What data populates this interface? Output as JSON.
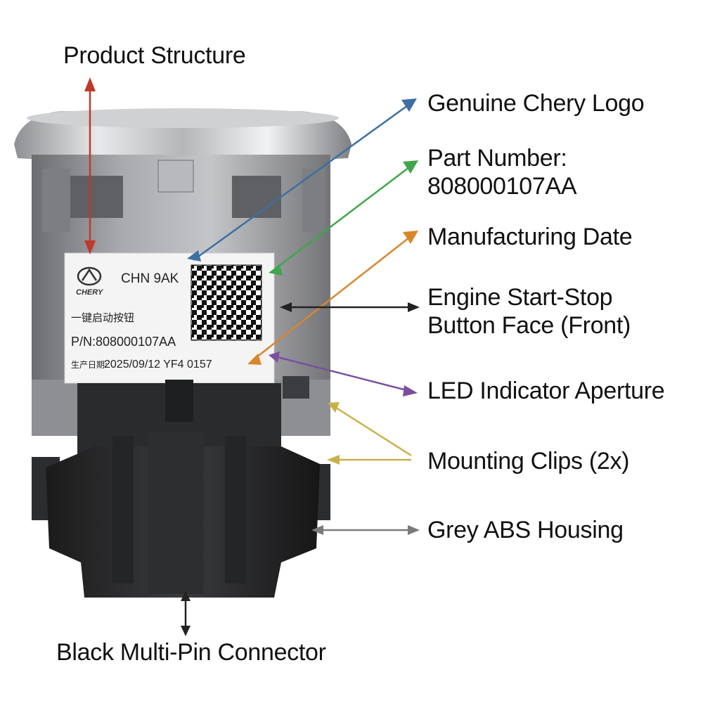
{
  "callouts": {
    "product_structure": "Product Structure",
    "genuine_logo": "Genuine Chery Logo",
    "part_number_line1": "Part Number:",
    "part_number_line2": "808000107AA",
    "manufacturing_date": "Manufacturing Date",
    "button_face_line1": "Engine Start-Stop",
    "button_face_line2": "Button Face (Front)",
    "led_aperture": "LED Indicator Aperture",
    "mounting_clips": "Mounting Clips (2x)",
    "housing": "Grey ABS Housing",
    "connector": "Black Multi-Pin Connector"
  },
  "sticker": {
    "brand": "CHERY",
    "code": "CHN 9AK",
    "name_cn": "一键启动按钮",
    "part_number": "P/N:808000107AA",
    "date_label": "生产日期:",
    "date_value": "2025/09/12 YF4  0157"
  },
  "colors": {
    "product_structure_arrow": "#c0392b",
    "logo_arrow": "#3d6fa3",
    "part_number_arrow": "#3fa64a",
    "date_arrow": "#d9862b",
    "button_face_arrow": "#222222",
    "led_arrow": "#7a4fa0",
    "clips_arrow": "#c9b14a",
    "housing_arrow": "#7a7a7a",
    "connector_arrow": "#222222"
  }
}
